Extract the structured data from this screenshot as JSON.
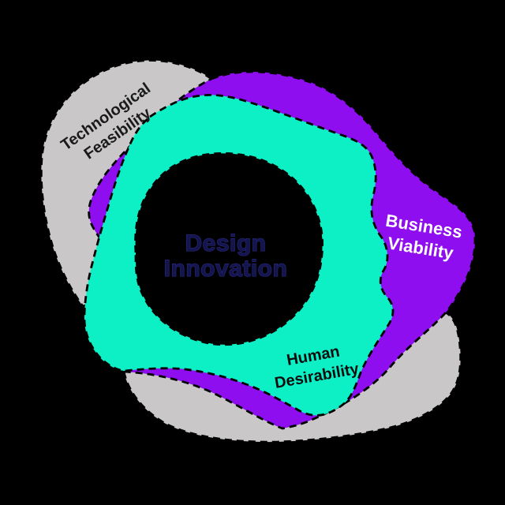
{
  "background_color": "#000000",
  "diagram": {
    "type": "venn-blob-diagram",
    "border_color": "#000000",
    "border_style": "dashed",
    "center": {
      "line1": "Design",
      "line2": "Innovation",
      "text_color": "#15154E",
      "outline_color": "#2B2B8A"
    },
    "regions": [
      {
        "name": "Technological Feasibility",
        "line1": "Technological",
        "line2": "Feasibility",
        "fill": "#C9C7C7",
        "text_color": "#1A1A1A"
      },
      {
        "name": "Business Viability",
        "line1": "Business",
        "line2": "Viability",
        "fill": "#8F0EF0",
        "text_color": "#FFFFFF"
      },
      {
        "name": "Human Desirability",
        "line1": "Human",
        "line2": "Desirability",
        "fill": "#0DF0C6",
        "text_color": "#0D0D0D"
      }
    ]
  }
}
